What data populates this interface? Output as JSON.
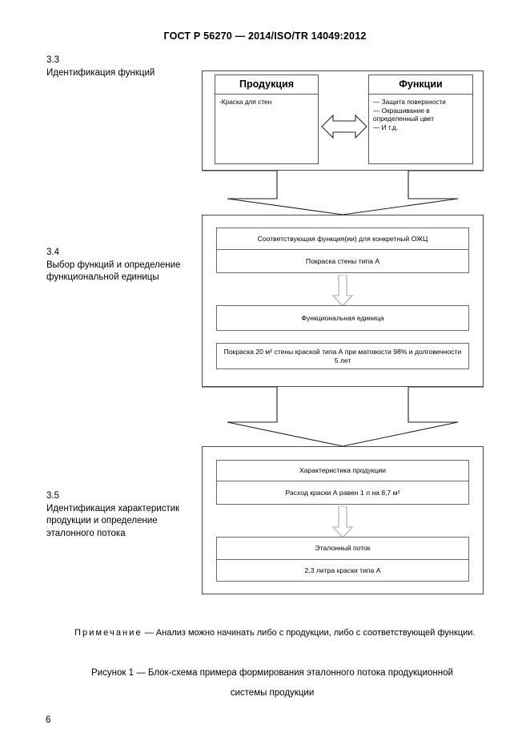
{
  "document": {
    "header": "ГОСТ Р 56270 — 2014/ISO/TR 14049:2012",
    "page_number": "6"
  },
  "sections": [
    {
      "number": "3.3",
      "title": "Идентификация функций"
    },
    {
      "number": "3.4",
      "title": "Выбор функций и определение функциональной единицы"
    },
    {
      "number": "3.5",
      "title": "Идентификация характеристик продукции и определение эталонного потока"
    }
  ],
  "diagram": {
    "block1": {
      "product_box": {
        "title": "Продукция",
        "items": [
          "-Краска для стен"
        ]
      },
      "functions_box": {
        "title": "Функции",
        "items": [
          "— Защита поверхности",
          "— Окрашивание в",
          "определенный цвет",
          "— И т.д."
        ]
      },
      "connector": "double-headed-horizontal-arrow"
    },
    "block2": {
      "rows": [
        "Соответствующая функция(ии) для конкретный ОЖЦ",
        "Покраска стены типа А",
        "Функциональная единица",
        "Покраска 20 м² стены краской типа А при матовости 98% и долговечности 5 лет"
      ]
    },
    "block3": {
      "rows": [
        "Характеристика продукции",
        "Расход краски А равен 1 л на 8,7 м²",
        "Эталонный поток",
        "2,3 литра краски типа А"
      ]
    }
  },
  "note": {
    "lead": "Примечание",
    "dash": "—",
    "text": "Анализ можно начинать либо с продукции, либо с соответствующей функции."
  },
  "caption": {
    "line1": "Рисунок 1 — Блок-схема примера формирования эталонного потока продукционной",
    "line2": "системы продукции"
  },
  "colors": {
    "text": "#000000",
    "border": "#4a4a4a",
    "inner_border": "#5a5a5a",
    "arrow_grey": "#b5b5b5",
    "background": "#ffffff"
  }
}
